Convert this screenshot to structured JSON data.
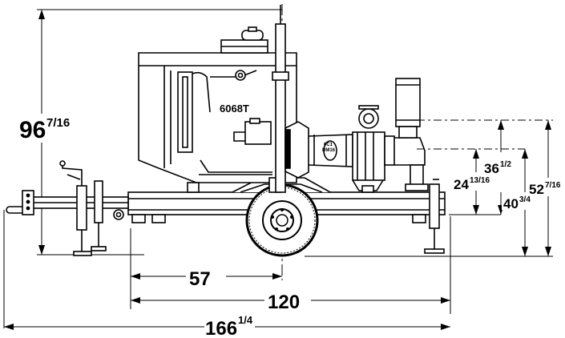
{
  "engine_label": "6068T",
  "pump_label": "6C1\nDM16",
  "dimensions": {
    "height_total": {
      "whole": "96",
      "fraction": "7/16"
    },
    "axle_to_hitch": {
      "whole": "57",
      "fraction": ""
    },
    "frame_length": {
      "whole": "120",
      "fraction": ""
    },
    "overall_length": {
      "whole": "166",
      "fraction": "1/4"
    },
    "discharge_height": {
      "whole": "36",
      "fraction": "1/2"
    },
    "suction_height": {
      "whole": "24",
      "fraction": "13/16"
    },
    "suction_height_alt": {
      "whole": "40",
      "fraction": "3/4"
    },
    "discharge_top": {
      "whole": "52",
      "fraction": "7/16"
    }
  }
}
